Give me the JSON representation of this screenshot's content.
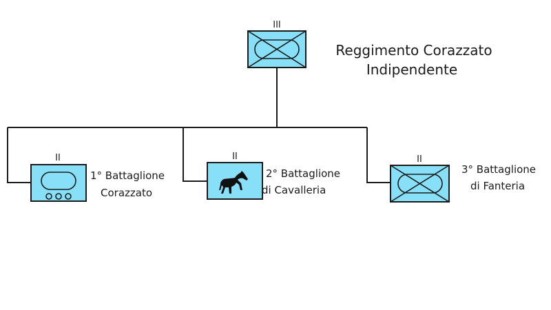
{
  "diagram": {
    "title_line1": "Reggimento Corazzato",
    "title_line2": "Indipendente",
    "hq": {
      "echelon": "III",
      "symbol": "infantry-armour-icon"
    },
    "units": [
      {
        "echelon": "II",
        "label_line1": "1° Battaglione",
        "label_line2": "Corazzato",
        "symbol": "armour-icon"
      },
      {
        "echelon": "II",
        "label_line1": "2° Battaglione",
        "label_line2": "di Cavalleria",
        "symbol": "horse-icon"
      },
      {
        "echelon": "II",
        "label_line1": "3° Battaglione",
        "label_line2": "di Fanteria",
        "symbol": "infantry-armour-icon"
      }
    ],
    "colors": {
      "unit_fill": "#87e0f7",
      "stroke": "#1a1a1a"
    }
  }
}
